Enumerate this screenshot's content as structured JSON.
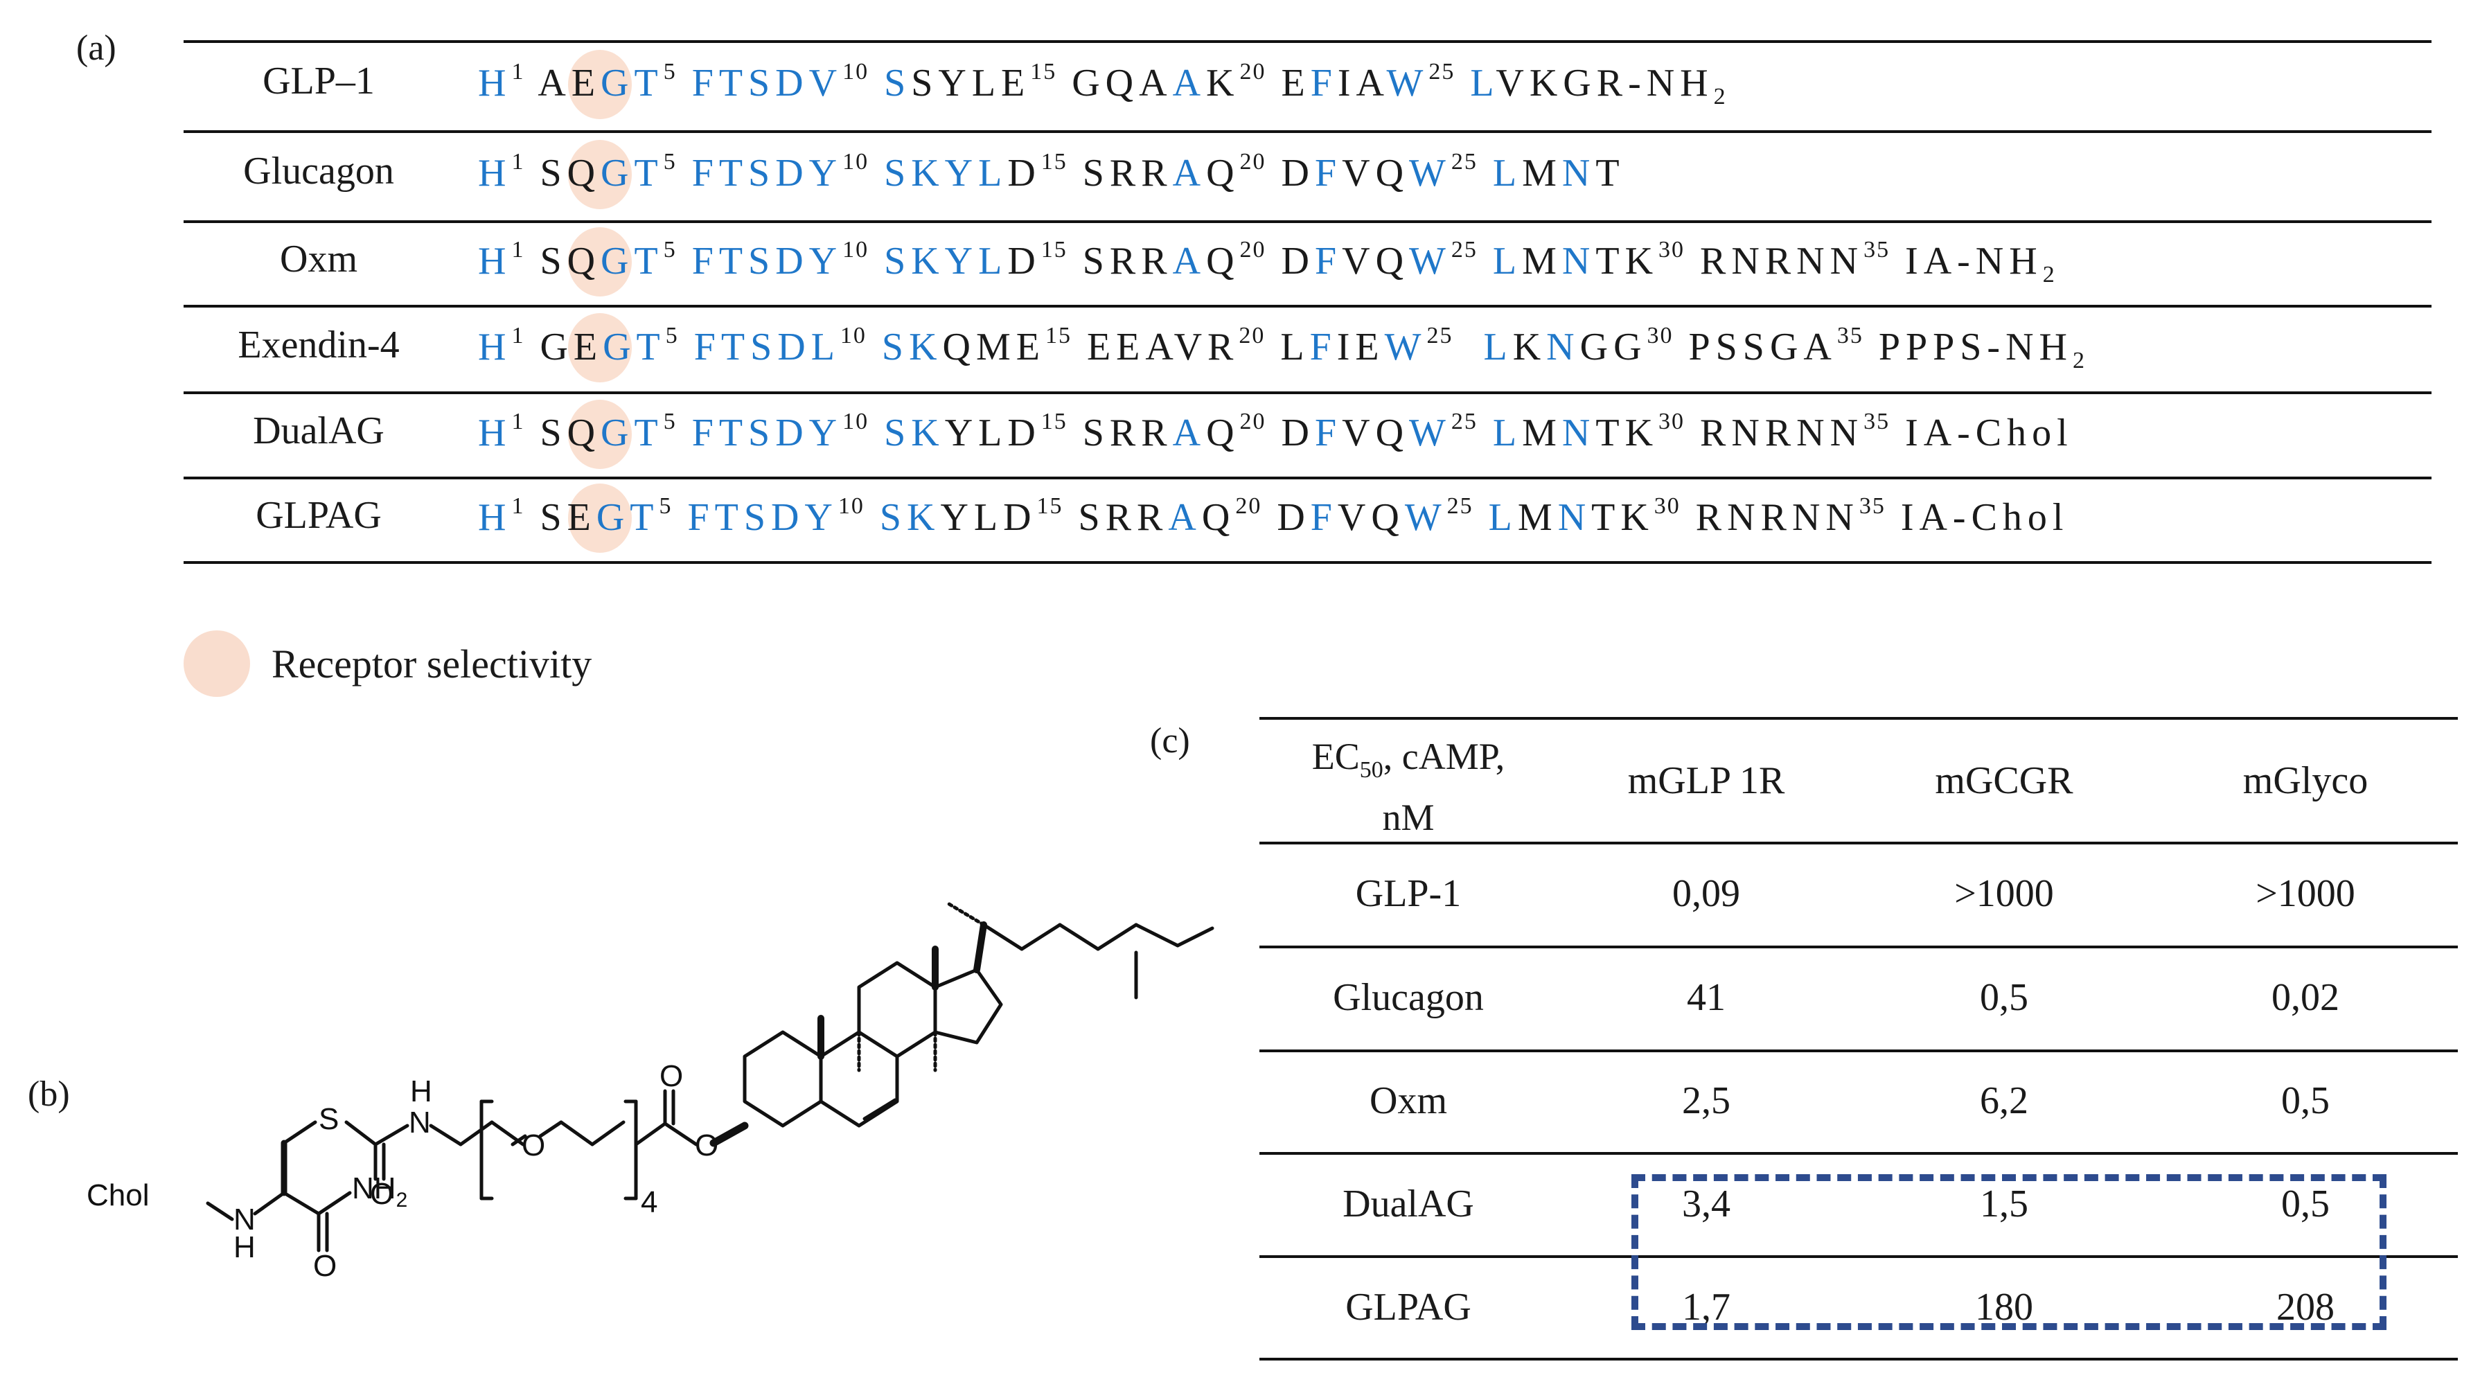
{
  "panels": {
    "a": "(a)",
    "b": "(b)",
    "c": "(c)"
  },
  "sequences": [
    {
      "name": "GLP–1",
      "tokens": [
        [
          "b",
          "H"
        ],
        [
          "sup",
          "1"
        ],
        [
          "k",
          " A"
        ],
        [
          "k",
          "E"
        ],
        [
          "b",
          "GT"
        ],
        [
          "sup",
          "5"
        ],
        [
          "b",
          " FTSDV"
        ],
        [
          "sup",
          "10"
        ],
        [
          "b",
          " S"
        ],
        [
          "k",
          "SYLE"
        ],
        [
          "sup",
          "15"
        ],
        [
          "k",
          " GQA"
        ],
        [
          "b",
          "A"
        ],
        [
          "k",
          "K"
        ],
        [
          "sup",
          "20"
        ],
        [
          "k",
          " E"
        ],
        [
          "b",
          "F"
        ],
        [
          "k",
          "IA"
        ],
        [
          "b",
          "W"
        ],
        [
          "sup",
          "25"
        ],
        [
          "b",
          " L"
        ],
        [
          "k",
          "VKGR-NH"
        ],
        [
          "sub",
          "2"
        ]
      ]
    },
    {
      "name": "Glucagon",
      "tokens": [
        [
          "b",
          "H"
        ],
        [
          "sup",
          "1"
        ],
        [
          "k",
          " SQ"
        ],
        [
          "b",
          "GT"
        ],
        [
          "sup",
          "5"
        ],
        [
          "b",
          " FTSDY"
        ],
        [
          "sup",
          "10"
        ],
        [
          "b",
          " SKYL"
        ],
        [
          "k",
          "D"
        ],
        [
          "sup",
          "15"
        ],
        [
          "k",
          " SRR"
        ],
        [
          "b",
          "A"
        ],
        [
          "k",
          "Q"
        ],
        [
          "sup",
          "20"
        ],
        [
          "k",
          " D"
        ],
        [
          "b",
          "F"
        ],
        [
          "k",
          "VQ"
        ],
        [
          "b",
          "W"
        ],
        [
          "sup",
          "25"
        ],
        [
          "b",
          " L"
        ],
        [
          "k",
          "M"
        ],
        [
          "b",
          "N"
        ],
        [
          "k",
          "T"
        ]
      ]
    },
    {
      "name": "Oxm",
      "tokens": [
        [
          "b",
          "H"
        ],
        [
          "sup",
          "1"
        ],
        [
          "k",
          " SQ"
        ],
        [
          "b",
          "GT"
        ],
        [
          "sup",
          "5"
        ],
        [
          "b",
          " FTSDY"
        ],
        [
          "sup",
          "10"
        ],
        [
          "b",
          " SKYL"
        ],
        [
          "k",
          "D"
        ],
        [
          "sup",
          "15"
        ],
        [
          "k",
          " SRR"
        ],
        [
          "b",
          "A"
        ],
        [
          "k",
          "Q"
        ],
        [
          "sup",
          "20"
        ],
        [
          "k",
          " D"
        ],
        [
          "b",
          "F"
        ],
        [
          "k",
          "VQ"
        ],
        [
          "b",
          "W"
        ],
        [
          "sup",
          "25"
        ],
        [
          "b",
          " L"
        ],
        [
          "k",
          "M"
        ],
        [
          "b",
          "N"
        ],
        [
          "k",
          "TK"
        ],
        [
          "sup",
          "30"
        ],
        [
          "k",
          " RNRNN"
        ],
        [
          "sup",
          "35"
        ],
        [
          "k",
          " IA-NH"
        ],
        [
          "sub",
          "2"
        ]
      ]
    },
    {
      "name": "Exendin-4",
      "tokens": [
        [
          "b",
          "H"
        ],
        [
          "sup",
          "1"
        ],
        [
          "k",
          " GE"
        ],
        [
          "b",
          "GT"
        ],
        [
          "sup",
          "5"
        ],
        [
          "b",
          " FTSDL"
        ],
        [
          "sup",
          "10"
        ],
        [
          "b",
          " SK"
        ],
        [
          "k",
          "QME"
        ],
        [
          "sup",
          "15"
        ],
        [
          "k",
          " EEAVR"
        ],
        [
          "sup",
          "20"
        ],
        [
          "k",
          " L"
        ],
        [
          "b",
          "F"
        ],
        [
          "k",
          "IE"
        ],
        [
          "b",
          "W"
        ],
        [
          "sup",
          "25"
        ],
        [
          "b",
          "  L"
        ],
        [
          "k",
          "K"
        ],
        [
          "b",
          "N"
        ],
        [
          "k",
          "GG"
        ],
        [
          "sup",
          "30"
        ],
        [
          "k",
          " PSSGA"
        ],
        [
          "sup",
          "35"
        ],
        [
          "k",
          " PPPS-NH"
        ],
        [
          "sub",
          "2"
        ]
      ]
    },
    {
      "name": "DualAG",
      "tokens": [
        [
          "b",
          "H"
        ],
        [
          "sup",
          "1"
        ],
        [
          "k",
          " SQ"
        ],
        [
          "b",
          "GT"
        ],
        [
          "sup",
          "5"
        ],
        [
          "b",
          " FTSDY"
        ],
        [
          "sup",
          "10"
        ],
        [
          "b",
          " SK"
        ],
        [
          "k",
          "YLD"
        ],
        [
          "sup",
          "15"
        ],
        [
          "k",
          " SRR"
        ],
        [
          "b",
          "A"
        ],
        [
          "k",
          "Q"
        ],
        [
          "sup",
          "20"
        ],
        [
          "k",
          " D"
        ],
        [
          "b",
          "F"
        ],
        [
          "k",
          "VQ"
        ],
        [
          "b",
          "W"
        ],
        [
          "sup",
          "25"
        ],
        [
          "b",
          " L"
        ],
        [
          "k",
          "M"
        ],
        [
          "b",
          "N"
        ],
        [
          "k",
          "TK"
        ],
        [
          "sup",
          "30"
        ],
        [
          "k",
          " RNRNN"
        ],
        [
          "sup",
          "35"
        ],
        [
          "k",
          " IA-Chol"
        ]
      ]
    },
    {
      "name": "GLPAG",
      "tokens": [
        [
          "b",
          "H"
        ],
        [
          "sup",
          "1"
        ],
        [
          "k",
          " SE"
        ],
        [
          "b",
          "GT"
        ],
        [
          "sup",
          "5"
        ],
        [
          "b",
          " FTSDY"
        ],
        [
          "sup",
          "10"
        ],
        [
          "b",
          " SK"
        ],
        [
          "k",
          "YLD"
        ],
        [
          "sup",
          "15"
        ],
        [
          "k",
          " SRR"
        ],
        [
          "b",
          "A"
        ],
        [
          "k",
          "Q"
        ],
        [
          "sup",
          "20"
        ],
        [
          "k",
          " D"
        ],
        [
          "b",
          "F"
        ],
        [
          "k",
          "VQ"
        ],
        [
          "b",
          "W"
        ],
        [
          "sup",
          "25"
        ],
        [
          "b",
          " L"
        ],
        [
          "k",
          "M"
        ],
        [
          "b",
          "N"
        ],
        [
          "k",
          "TK"
        ],
        [
          "sup",
          "30"
        ],
        [
          "k",
          " RNRNN"
        ],
        [
          "sup",
          "35"
        ],
        [
          "k",
          " IA-Chol"
        ]
      ]
    }
  ],
  "legend": {
    "label": "Receptor selectivity"
  },
  "structure": {
    "chol": "Chol",
    "nh": "N",
    "h": "H",
    "s": "S",
    "o": "O",
    "nh2_n": "NH",
    "nh2_sub": "2",
    "repeat": "4"
  },
  "table": {
    "header": {
      "ec": "EC",
      "ec_sub": "50",
      "ec_rest": ", cAMP,",
      "ec_unit": "nM",
      "cols": [
        "mGLP 1R",
        "mGCGR",
        "mGlyco"
      ]
    },
    "rows": [
      {
        "name": "GLP-1",
        "values": [
          "0,09",
          ">1000",
          ">1000"
        ]
      },
      {
        "name": "Glucagon",
        "values": [
          "41",
          "0,5",
          "0,02"
        ]
      },
      {
        "name": "Oxm",
        "values": [
          "2,5",
          "6,2",
          "0,5"
        ]
      },
      {
        "name": "DualAG",
        "values": [
          "3,4",
          "1,5",
          "0,5"
        ]
      },
      {
        "name": "GLPAG",
        "values": [
          "1,7",
          "180",
          "208"
        ]
      }
    ]
  },
  "colors": {
    "blue": "#1f77c9",
    "highlight": "#f8d5c2",
    "box": "#2d4b8e"
  }
}
